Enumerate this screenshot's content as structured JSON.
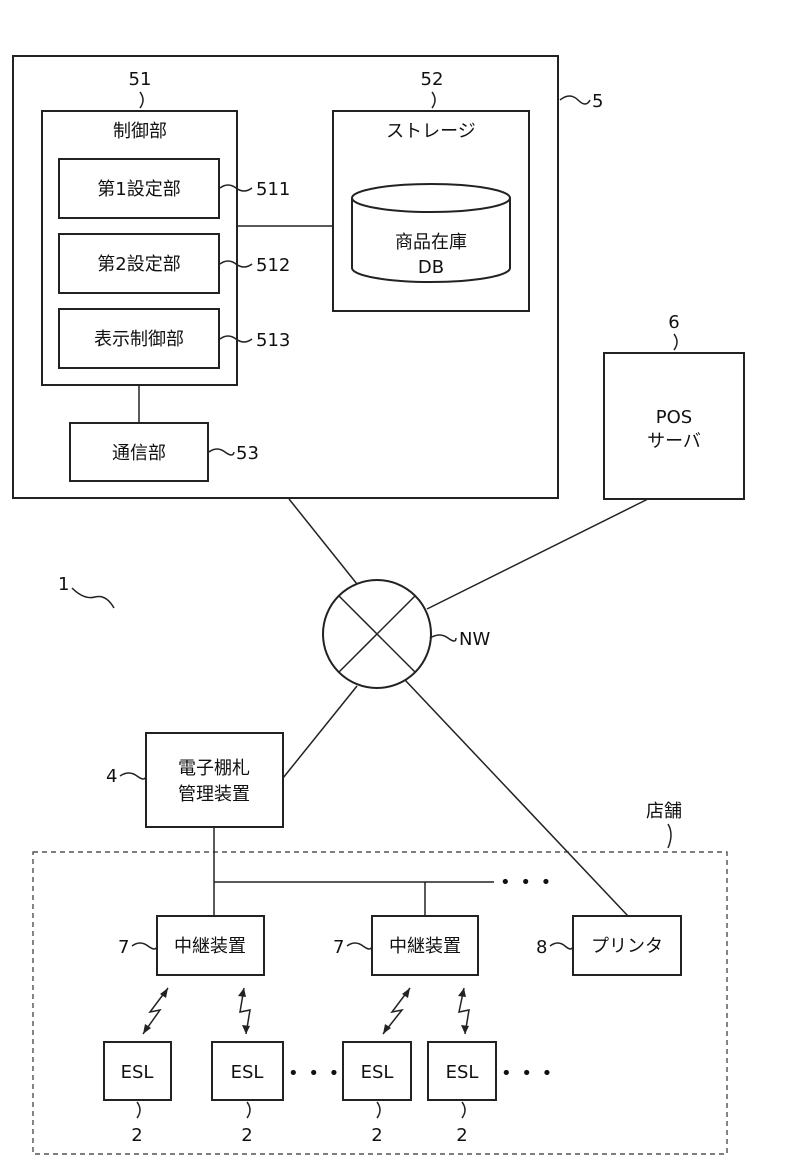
{
  "server": {
    "ref": "5",
    "control": {
      "ref": "51",
      "label": "制御部",
      "units": [
        {
          "label": "第1設定部",
          "ref": "511"
        },
        {
          "label": "第2設定部",
          "ref": "512"
        },
        {
          "label": "表示制御部",
          "ref": "513"
        }
      ]
    },
    "storage": {
      "ref": "52",
      "label": "ストレージ",
      "db_line1": "商品在庫",
      "db_line2": "DB"
    },
    "comm": {
      "label": "通信部",
      "ref": "53"
    }
  },
  "pos_server": {
    "ref": "6",
    "line1": "POS",
    "line2": "サーバ"
  },
  "system_ref": "1",
  "network": {
    "label": "NW"
  },
  "esl_manager": {
    "ref": "4",
    "line1": "電子棚札",
    "line2": "管理装置"
  },
  "store": {
    "label": "店舗"
  },
  "relays": [
    {
      "ref": "7",
      "label": "中継装置"
    },
    {
      "ref": "7",
      "label": "中継装置"
    }
  ],
  "printer": {
    "ref": "8",
    "label": "プリンタ"
  },
  "esls": [
    {
      "label": "ESL",
      "ref": "2"
    },
    {
      "label": "ESL",
      "ref": "2"
    },
    {
      "label": "ESL",
      "ref": "2"
    },
    {
      "label": "ESL",
      "ref": "2"
    }
  ],
  "ellipsis": "• • •"
}
